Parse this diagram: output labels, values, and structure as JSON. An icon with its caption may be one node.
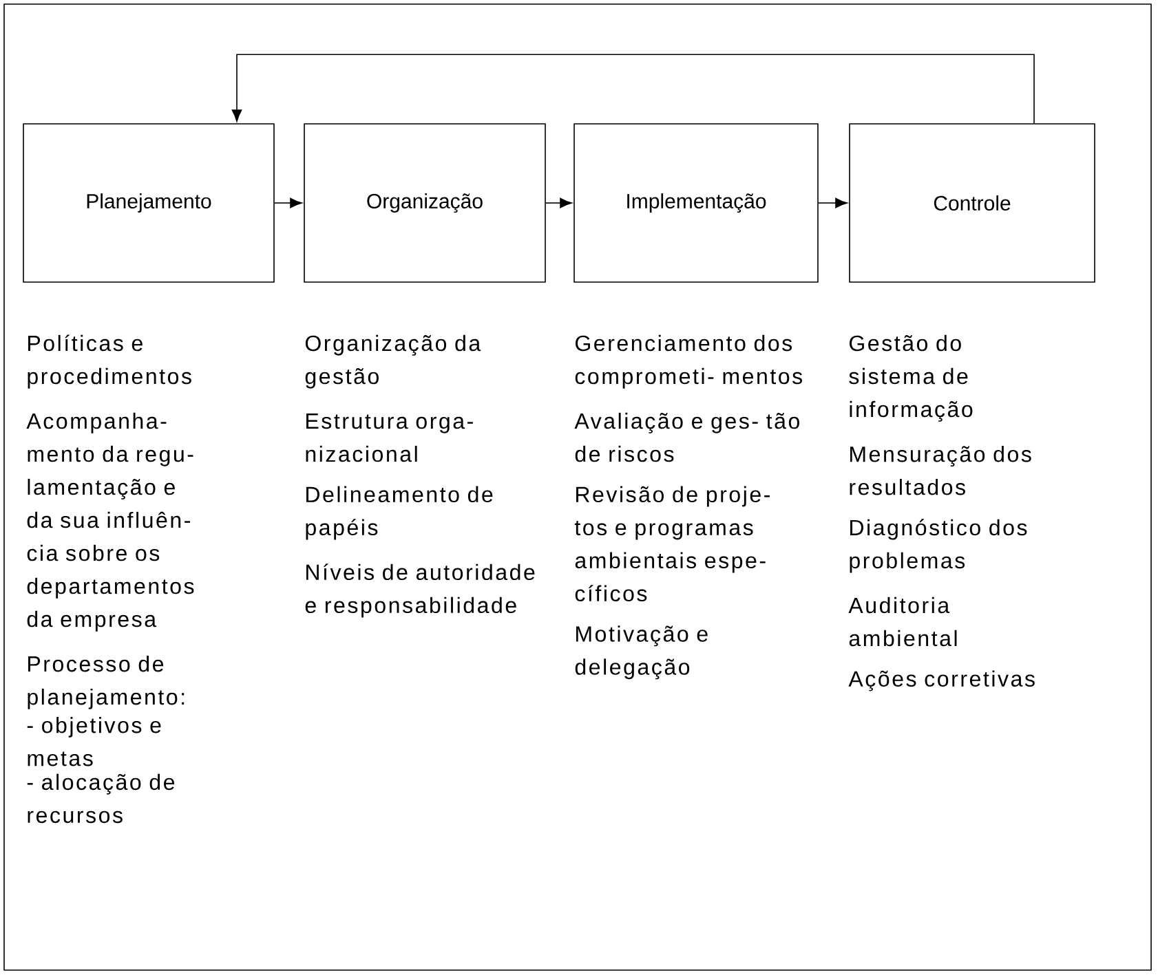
{
  "diagram": {
    "nodes": [
      {
        "text": [
          "Planejamento"
        ]
      },
      {
        "text": [
          "Organização"
        ]
      },
      {
        "text": [
          "Implementação"
        ]
      },
      {
        "text": [
          "Controle"
        ]
      }
    ],
    "edges": [
      {
        "from": 0,
        "to": 1,
        "arrow": "to"
      },
      {
        "from": 1,
        "to": 2,
        "arrow": "to"
      },
      {
        "from": 2,
        "to": 3,
        "arrow": "to"
      },
      {
        "from": 3,
        "to": 0,
        "arrow": "to"
      }
    ],
    "labels": [
      "Políticas e procedimentos",
      "Acompanha- mento da regu- lamentação e da sua influên- cia sobre os departamentos da empresa",
      "Processo de planejamento:",
      "- objetivos e metas",
      "- alocação de recursos",
      "Organização da gestão",
      "Estrutura orga- nizacional",
      "Delineamento de papéis",
      "Níveis de autoridade e responsabilidade",
      "Gerenciamento dos comprometi- mentos",
      "Avaliação e ges- tão de riscos",
      "Revisão de proje- tos e programas ambientais espe- cíficos",
      "Motivação e delegação",
      "Gestão do sistema de informação",
      "Mensuração dos resultados",
      "Diagnóstico dos problemas",
      "Auditoria ambiental",
      "Ações corretivas"
    ]
  }
}
